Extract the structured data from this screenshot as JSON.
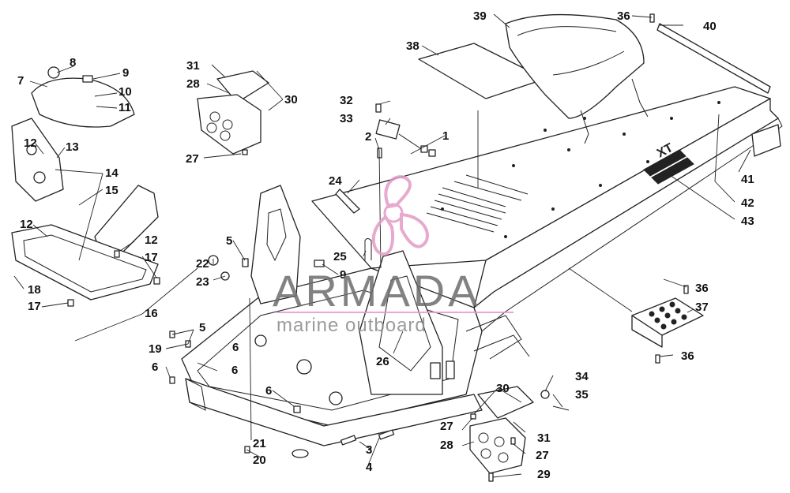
{
  "watermark": {
    "brand": "ARMADA",
    "tagline": "marine outboard",
    "brand_color": "#e39bc6"
  },
  "callouts": {
    "c1": "1",
    "c2": "2",
    "c3": "3",
    "c4": "4",
    "c5a": "5",
    "c5b": "5",
    "c6a": "6",
    "c6b": "6",
    "c6c": "6",
    "c6d": "6",
    "c7": "7",
    "c8": "8",
    "c9a": "9",
    "c9b": "9",
    "c10": "10",
    "c11": "11",
    "c12a": "12",
    "c12b": "12",
    "c12c": "12",
    "c13": "13",
    "c14": "14",
    "c15": "15",
    "c16": "16",
    "c17a": "17",
    "c17b": "17",
    "c18": "18",
    "c19": "19",
    "c20": "20",
    "c21": "21",
    "c22": "22",
    "c23": "23",
    "c24": "24",
    "c25": "25",
    "c26": "26",
    "c27a": "27",
    "c27b": "27",
    "c27c": "27",
    "c28a": "28",
    "c28b": "28",
    "c29": "29",
    "c30a": "30",
    "c30b": "30",
    "c31a": "31",
    "c31b": "31",
    "c32": "32",
    "c33": "33",
    "c34": "34",
    "c35": "35",
    "c36a": "36",
    "c36b": "36",
    "c36c": "36",
    "c37": "37",
    "c38": "38",
    "c39": "39",
    "c40": "40",
    "c41": "41",
    "c42": "42",
    "c43": "43"
  },
  "decal_text": "XT"
}
